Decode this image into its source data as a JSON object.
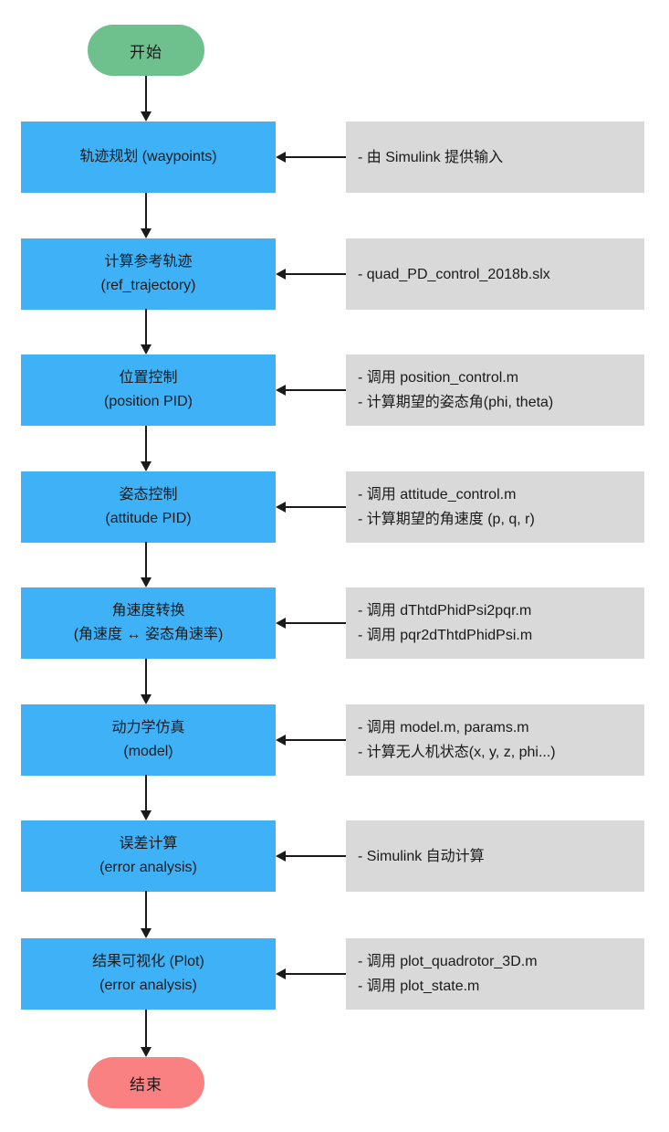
{
  "flow": {
    "start": {
      "label": "开始"
    },
    "end": {
      "label": "结束"
    },
    "steps": [
      {
        "lines": [
          "轨迹规划 (waypoints)"
        ],
        "notes": [
          "- 由 Simulink 提供输入"
        ]
      },
      {
        "lines": [
          "计算参考轨迹",
          "(ref_trajectory)"
        ],
        "notes": [
          "- quad_PD_control_2018b.slx"
        ]
      },
      {
        "lines": [
          "位置控制",
          "(position PID)"
        ],
        "notes": [
          "- 调用 position_control.m",
          "- 计算期望的姿态角(phi, theta)"
        ]
      },
      {
        "lines": [
          "姿态控制",
          "(attitude PID)"
        ],
        "notes": [
          "- 调用 attitude_control.m",
          "- 计算期望的角速度 (p, q, r)"
        ]
      },
      {
        "lines": [
          "角速度转换",
          "(角速度 ↔ 姿态角速率)"
        ],
        "notes": [
          "- 调用 dThtdPhidPsi2pqr.m",
          "- 调用 pqr2dThtdPhidPsi.m"
        ]
      },
      {
        "lines": [
          "动力学仿真",
          "(model)"
        ],
        "notes": [
          "- 调用 model.m, params.m",
          "- 计算无人机状态(x, y, z, phi...)"
        ]
      },
      {
        "lines": [
          "误差计算",
          "(error analysis)"
        ],
        "notes": [
          "- Simulink 自动计算"
        ]
      },
      {
        "lines": [
          "结果可视化 (Plot)",
          "(error analysis)"
        ],
        "notes": [
          "- 调用 plot_quadrotor_3D.m",
          "- 调用 plot_state.m"
        ]
      }
    ],
    "colors": {
      "step_fill": "#3fb1f7",
      "note_fill": "#d9d9d9",
      "start_fill": "#6ec08d",
      "end_fill": "#f98181",
      "arrow": "#1a1a1a",
      "text": "#1a1a1a"
    }
  }
}
